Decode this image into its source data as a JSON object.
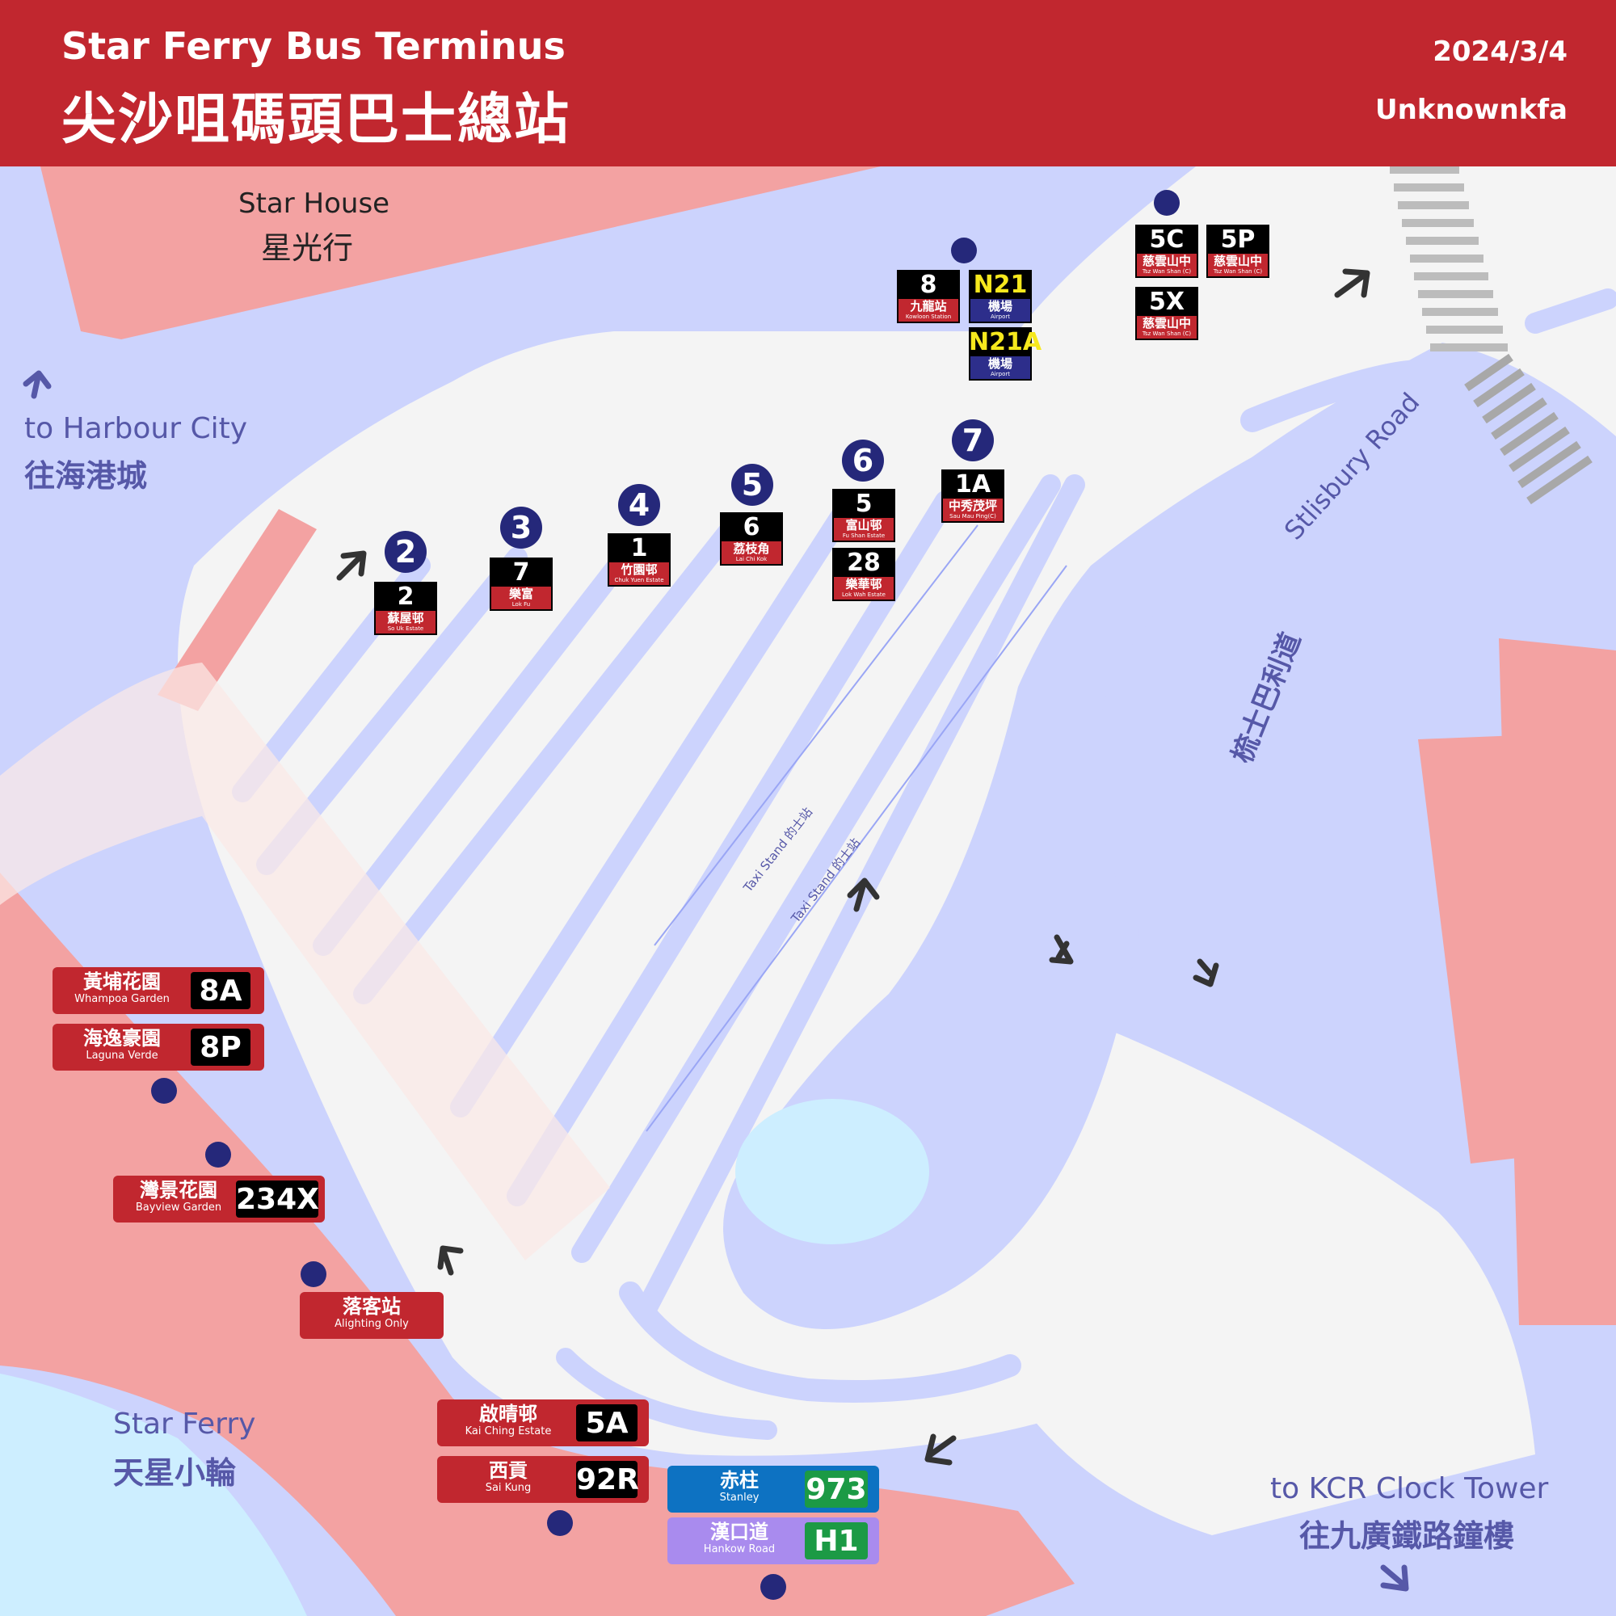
{
  "header": {
    "title_en": "Star Ferry Bus Terminus",
    "title_zh": "尖沙咀碼頭巴士總站",
    "date": "2024/3/4",
    "author": "Unknownkfa"
  },
  "colors": {
    "header_red": "#c1272f",
    "road_blue": "#ccd3fd",
    "building_pink": "#f3a2a2",
    "water_light": "#cdeeff",
    "stand_navy": "#25287a",
    "stanley_blue": "#0d72c2",
    "hankow_purple": "#a98bee",
    "route_green": "#1c9a45"
  },
  "places": {
    "star_house_en": "Star House",
    "star_house_zh": "星光行",
    "harbour_city_en": "to Harbour City",
    "harbour_city_zh": "往海港城",
    "star_ferry_en": "Star Ferry",
    "star_ferry_zh": "天星小輪",
    "kcr_en": "to KCR Clock Tower",
    "kcr_zh": "往九廣鐵路鐘樓",
    "salisbury_en": "Stlisbury Road",
    "salisbury_zh": "梳士巴利道",
    "taxi_1": "Taxi Stand  的士站",
    "taxi_2": "Taxi Stand  的士站"
  },
  "stands": [
    "2",
    "3",
    "4",
    "5",
    "6",
    "7"
  ],
  "routes": {
    "r2": {
      "num": "2",
      "zh": "蘇屋邨",
      "en": "So Uk Estate"
    },
    "r7": {
      "num": "7",
      "zh": "樂富",
      "en": "Lok Fu"
    },
    "r1": {
      "num": "1",
      "zh": "竹園邨",
      "en": "Chuk Yuen Estate"
    },
    "r6": {
      "num": "6",
      "zh": "荔枝角",
      "en": "Lai Chi Kok"
    },
    "r5": {
      "num": "5",
      "zh": "富山邨",
      "en": "Fu Shan Estate"
    },
    "r28": {
      "num": "28",
      "zh": "樂華邨",
      "en": "Lok Wah Estate"
    },
    "r1a": {
      "num": "1A",
      "zh": "中秀茂坪",
      "en": "Sau Mau Ping(C)"
    },
    "r8": {
      "num": "8",
      "zh": "九龍站",
      "en": "Kowloon Station"
    },
    "rn21": {
      "num": "N21",
      "zh": "機場",
      "en": "Airport"
    },
    "rn21a": {
      "num": "N21A",
      "zh": "機場",
      "en": "Airport"
    },
    "r5c": {
      "num": "5C",
      "zh": "慈雲山中",
      "en": "Tsz Wan Shan (C)"
    },
    "r5p": {
      "num": "5P",
      "zh": "慈雲山中",
      "en": "Tsz Wan Shan (C)"
    },
    "r5x": {
      "num": "5X",
      "zh": "慈雲山中",
      "en": "Tsz Wan Shan (C)"
    }
  },
  "signs": {
    "s8a": {
      "zh": "黃埔花園",
      "en": "Whampoa Garden",
      "route": "8A"
    },
    "s8p": {
      "zh": "海逸豪園",
      "en": "Laguna Verde",
      "route": "8P"
    },
    "s234x": {
      "zh": "灣景花園",
      "en": "Bayview Garden",
      "route": "234X"
    },
    "alight": {
      "zh": "落客站",
      "en": "Alighting Only"
    },
    "s5a": {
      "zh": "啟晴邨",
      "en": "Kai Ching Estate",
      "route": "5A"
    },
    "s92r": {
      "zh": "西貢",
      "en": "Sai Kung",
      "route": "92R"
    },
    "s973": {
      "zh": "赤柱",
      "en": "Stanley",
      "route": "973"
    },
    "sh1": {
      "zh": "漢口道",
      "en": "Hankow Road",
      "route": "H1"
    }
  }
}
